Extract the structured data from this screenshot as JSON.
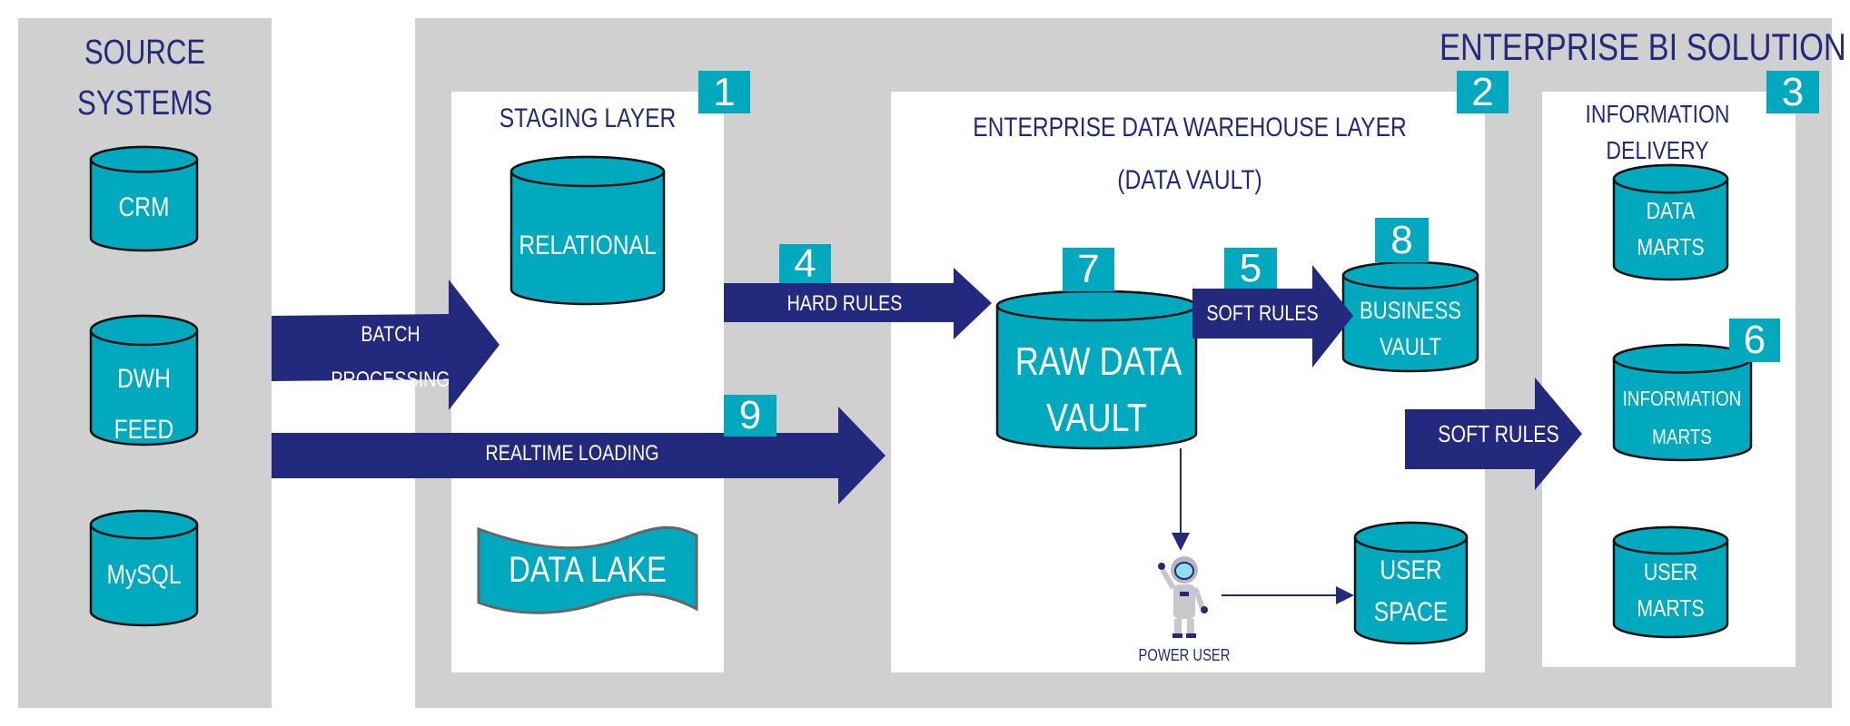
{
  "colors": {
    "teal": "#00a9be",
    "navy": "#232a7e",
    "panel_gray": "#d0d0d0"
  },
  "source_systems": {
    "title_line1": "SOURCE",
    "title_line2": "SYSTEMS",
    "databases": [
      {
        "line1": "CRM",
        "line2": ""
      },
      {
        "line1": "DWH",
        "line2": "FEED"
      },
      {
        "line1": "MySQL",
        "line2": ""
      }
    ]
  },
  "enterprise": {
    "title": "ENTERPRISE BI SOLUTION"
  },
  "staging": {
    "title": "STAGING LAYER",
    "badge": "1",
    "relational": "RELATIONAL",
    "data_lake": "DATA LAKE"
  },
  "edw": {
    "title_line1": "ENTERPRISE DATA WAREHOUSE LAYER",
    "title_line2": "(DATA VAULT)",
    "badge": "2",
    "raw_vault": {
      "line1": "RAW DATA",
      "line2": "VAULT",
      "badge": "7"
    },
    "business_vault": {
      "line1": "BUSINESS",
      "line2": "VAULT",
      "badge": "8"
    },
    "user_space": {
      "line1": "USER",
      "line2": "SPACE"
    },
    "power_user": "POWER USER"
  },
  "info_delivery": {
    "title_line1": "INFORMATION",
    "title_line2": "DELIVERY",
    "badge": "3",
    "marts": [
      {
        "line1": "DATA",
        "line2": "MARTS"
      },
      {
        "line1": "INFORMATION",
        "line2": "MARTS",
        "badge": "6"
      },
      {
        "line1": "USER",
        "line2": "MARTS"
      }
    ]
  },
  "arrows": {
    "batch": {
      "line1": "BATCH",
      "line2": "PROCESSING"
    },
    "realtime": {
      "label": "REALTIME LOADING",
      "badge": "9"
    },
    "hard_rules": {
      "label": "HARD RULES",
      "badge": "4"
    },
    "soft_rules_1": {
      "label": "SOFT RULES",
      "badge": "5"
    },
    "soft_rules_2": {
      "label": "SOFT RULES"
    }
  }
}
